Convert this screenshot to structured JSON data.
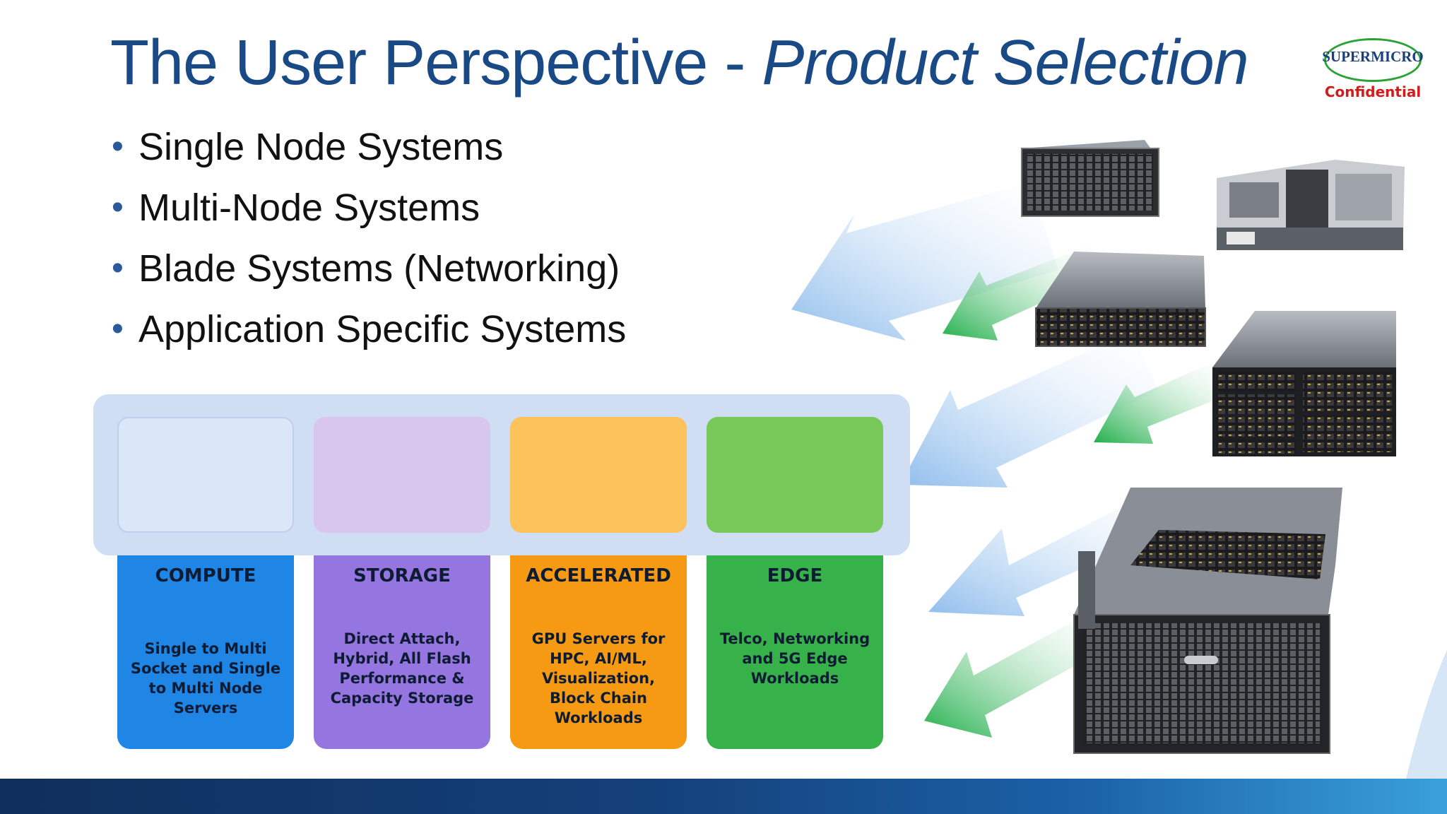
{
  "slide": {
    "title_main": "The User Perspective - ",
    "title_italic": "Product Selection",
    "logo": {
      "name": "SUPERMICRO",
      "confidential": "Confidential"
    },
    "bullets": [
      "Single Node Systems",
      "Multi-Node Systems",
      "Blade Systems (Networking)",
      "Application Specific Systems"
    ],
    "cards": [
      {
        "title": "COMPUTE",
        "desc_lines": [
          "Single to Multi",
          "Socket and Single",
          "to Multi Node",
          "Servers"
        ],
        "color": "#1f86e6",
        "photo_bg": "#dbe6f7"
      },
      {
        "title": "STORAGE",
        "desc_lines": [
          "Direct Attach,",
          "Hybrid, All Flash",
          "Performance &",
          "Capacity Storage"
        ],
        "color": "#9575e0",
        "photo_bg": "#d9c6ef"
      },
      {
        "title": "ACCELERATED",
        "desc_lines": [
          "GPU Servers for",
          "HPC, AI/ML,",
          "Visualization,",
          "Block Chain",
          "Workloads"
        ],
        "color": "#f59a12",
        "photo_bg": "#fcc35a"
      },
      {
        "title": "EDGE",
        "desc_lines": [
          "Telco, Networking",
          "and 5G Edge",
          "Workloads"
        ],
        "color": "#37b24a",
        "photo_bg": "#78c85a"
      }
    ],
    "colors": {
      "title": "#1a4a86",
      "arrow_blue": "#9fc6ee",
      "arrow_green": "#2fb15a",
      "bottom_bar": "#14407a"
    }
  }
}
